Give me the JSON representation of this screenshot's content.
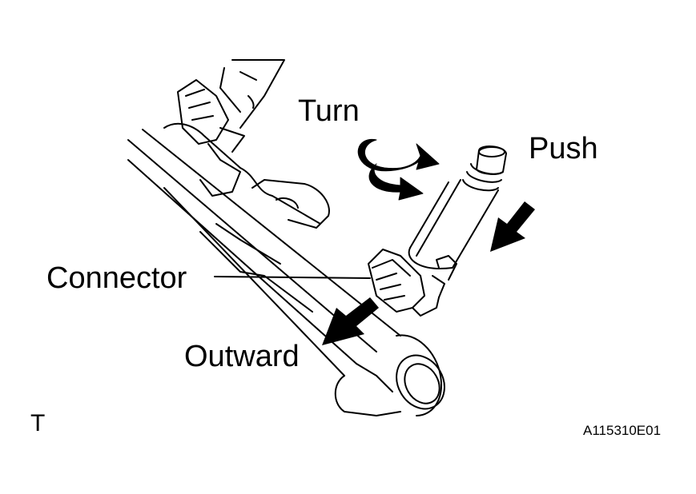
{
  "labels": {
    "turn": "Turn",
    "push": "Push",
    "connector": "Connector",
    "outward": "Outward",
    "corner_mark": "T",
    "figure_id": "A115310E01"
  },
  "colors": {
    "line": "#000000",
    "background": "#ffffff"
  }
}
